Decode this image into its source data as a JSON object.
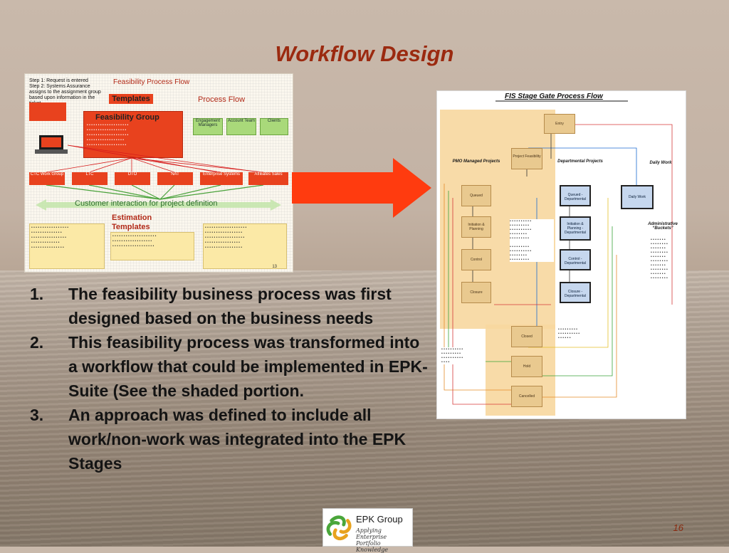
{
  "slide": {
    "title": "Workflow Design",
    "page_number": "16"
  },
  "left_diagram": {
    "heading": "Feasibility Process Flow",
    "templates_label": "Templates",
    "process_flow_label": "Process Flow",
    "steps_text": "Step 1: Request is entered\nStep 2: Systems Assurance assigns to the assignment group based upon information in the ticket",
    "feasibility_group": "Feasibility Group",
    "engagement_managers": "Engagement Managers",
    "account_team": "Account Team",
    "clients": "Clients",
    "groups": [
      "CTC Work Group",
      "LTC",
      "DTO",
      "NAT",
      "Enterprise Systems",
      "Affiliates Sales"
    ],
    "customer_interaction": "Customer interaction for project definition",
    "estimation_templates": "Estimation Templates",
    "page_no": "13"
  },
  "right_diagram": {
    "title": "FIS Stage Gate Process Flow",
    "columns": {
      "pmo": "PMO Managed Projects",
      "departmental": "Departmental Projects",
      "daily": "Daily Work",
      "admin": "Administrative “Buckets”"
    },
    "nodes": {
      "entry": "Entry",
      "feasibility": "Project Feasibility",
      "queued": "Queued",
      "init_plan": "Initiation & Planning",
      "control": "Control",
      "closure": "Closure",
      "queued_dept": "Queued - Departmental",
      "init_dept": "Initiation & Planning - Departmental",
      "control_dept": "Control - Departmental",
      "closure_dept": "Closure - Departmental",
      "daily_work": "Daily Work",
      "closed": "Closed",
      "hold": "Hold",
      "cancelled": "Cancelled"
    }
  },
  "bullets": [
    {
      "num": "1.",
      "text": "The feasibility business process was first designed based on the business needs"
    },
    {
      "num": "2.",
      "text": "This feasibility process was transformed into a workflow that could be implemented in EPK-Suite (See the shaded portion."
    },
    {
      "num": "3.",
      "text": "An approach was defined to include all work/non-work was integrated into the EPK Stages"
    }
  ],
  "logo": {
    "name": "EPK Group",
    "tagline_1": "Applying Enterprise",
    "tagline_2": "Portfolio Knowledge"
  },
  "colors": {
    "title": "#9b2a10",
    "arrow": "#ff3b0f",
    "shade": "#f7d79e"
  }
}
